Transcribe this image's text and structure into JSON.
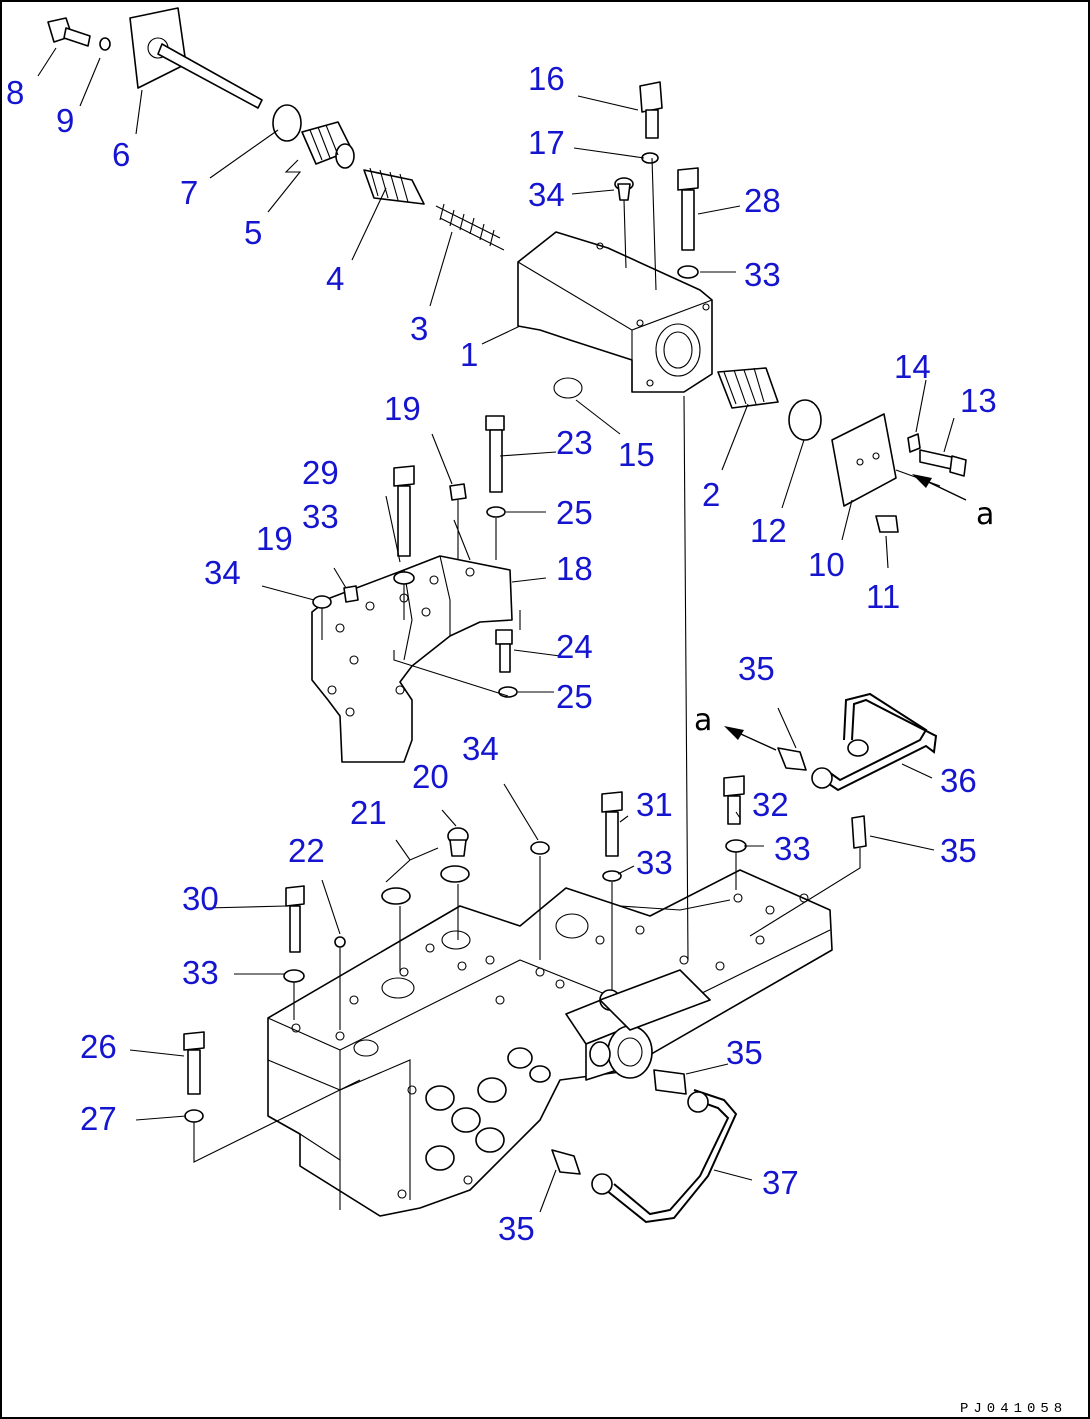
{
  "drawing": {
    "code": "PJ041058",
    "view_ref": "a",
    "callouts": [
      "1",
      "2",
      "3",
      "4",
      "5",
      "6",
      "7",
      "8",
      "9",
      "10",
      "11",
      "12",
      "13",
      "14",
      "15",
      "16",
      "17",
      "18",
      "19",
      "20",
      "21",
      "22",
      "23",
      "24",
      "25",
      "26",
      "27",
      "28",
      "29",
      "30",
      "31",
      "32",
      "33",
      "34",
      "35",
      "36",
      "37"
    ]
  }
}
